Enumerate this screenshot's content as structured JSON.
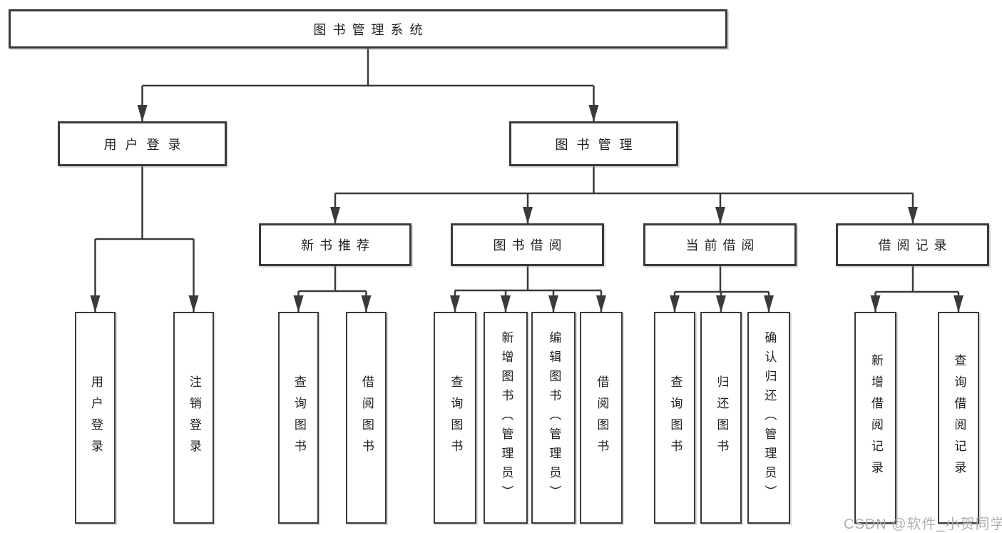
{
  "diagram": {
    "type": "hierarchy-tree",
    "title": "图书管理系统",
    "colors": {
      "line": "#3a3a3a",
      "box_border": "#3a3a3a",
      "box_fill": "#ffffff",
      "text": "#1f1f1f",
      "watermark": "#acacac",
      "background": "#ffffff"
    }
  },
  "watermark": {
    "text": "CSDN @软件_小贺同学"
  },
  "nodes": {
    "root": {
      "label": "图书管理系统",
      "level": 1,
      "parent": null
    },
    "user_login": {
      "label": "用户登录",
      "level": 2,
      "parent": "root"
    },
    "book_mgmt": {
      "label": "图书管理",
      "level": 2,
      "parent": "root"
    },
    "new_book_rec": {
      "label": "新书推荐",
      "level": 3,
      "parent": "book_mgmt"
    },
    "book_borrow": {
      "label": "图书借阅",
      "level": 3,
      "parent": "book_mgmt"
    },
    "current_borrow": {
      "label": "当前借阅",
      "level": 3,
      "parent": "book_mgmt"
    },
    "borrow_record": {
      "label": "借阅记录",
      "level": 3,
      "parent": "book_mgmt"
    },
    "ul_login": {
      "label": "用户登录",
      "level": 4,
      "parent": "user_login"
    },
    "ul_logout": {
      "label": "注销登录",
      "level": 4,
      "parent": "user_login"
    },
    "nbr_query": {
      "label": "查询图书",
      "level": 4,
      "parent": "new_book_rec"
    },
    "nbr_borrow": {
      "label": "借阅图书",
      "level": 4,
      "parent": "new_book_rec"
    },
    "bb_query": {
      "label": "查询图书",
      "level": 4,
      "parent": "book_borrow"
    },
    "bb_add": {
      "label": "新增图书（管理员）",
      "level": 4,
      "parent": "book_borrow"
    },
    "bb_edit": {
      "label": "编辑图书（管理员）",
      "level": 4,
      "parent": "book_borrow"
    },
    "bb_borrow": {
      "label": "借阅图书",
      "level": 4,
      "parent": "book_borrow"
    },
    "cb_query": {
      "label": "查询图书",
      "level": 4,
      "parent": "current_borrow"
    },
    "cb_return": {
      "label": "归还图书",
      "level": 4,
      "parent": "current_borrow"
    },
    "cb_confirm": {
      "label": "确认归还（管理员）",
      "level": 4,
      "parent": "current_borrow"
    },
    "br_add": {
      "label": "新增借阅记录",
      "level": 4,
      "parent": "borrow_record"
    },
    "br_query": {
      "label": "查询借阅记录",
      "level": 4,
      "parent": "borrow_record"
    }
  }
}
